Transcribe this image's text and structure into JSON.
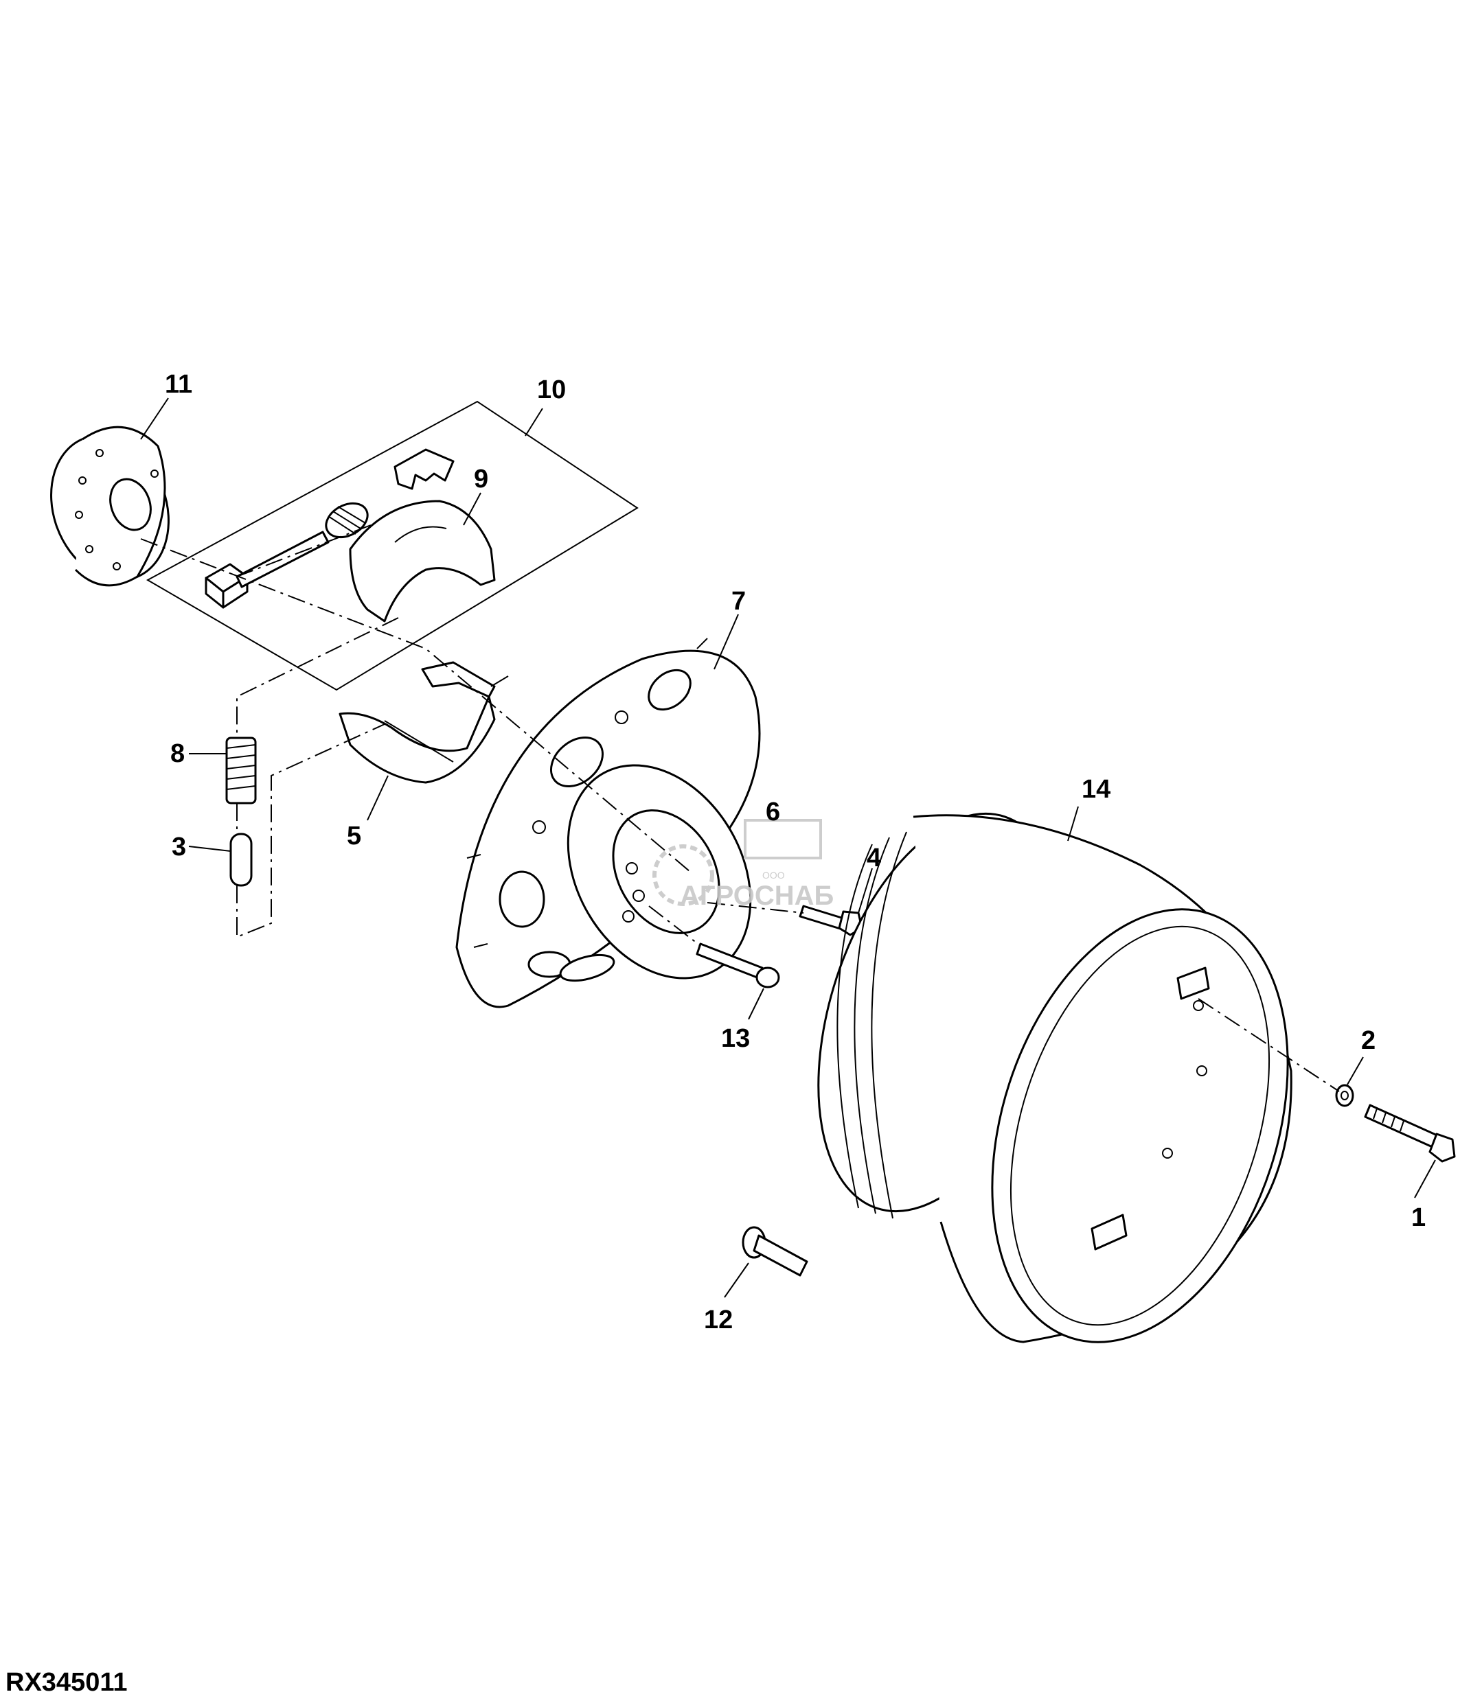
{
  "figure_id": "RX345011",
  "watermark": {
    "brand": "АГРОСНАБ",
    "prefix": "ООО"
  },
  "callouts": [
    {
      "id": "c1",
      "text": "1"
    },
    {
      "id": "c2",
      "text": "2"
    },
    {
      "id": "c3",
      "text": "3"
    },
    {
      "id": "c4",
      "text": "4"
    },
    {
      "id": "c5",
      "text": "5"
    },
    {
      "id": "c6",
      "text": "6"
    },
    {
      "id": "c7",
      "text": "7"
    },
    {
      "id": "c8",
      "text": "8"
    },
    {
      "id": "c9",
      "text": "9"
    },
    {
      "id": "c10",
      "text": "10"
    },
    {
      "id": "c11",
      "text": "11"
    },
    {
      "id": "c12",
      "text": "12"
    },
    {
      "id": "c13",
      "text": "13"
    },
    {
      "id": "c14",
      "text": "14"
    }
  ]
}
